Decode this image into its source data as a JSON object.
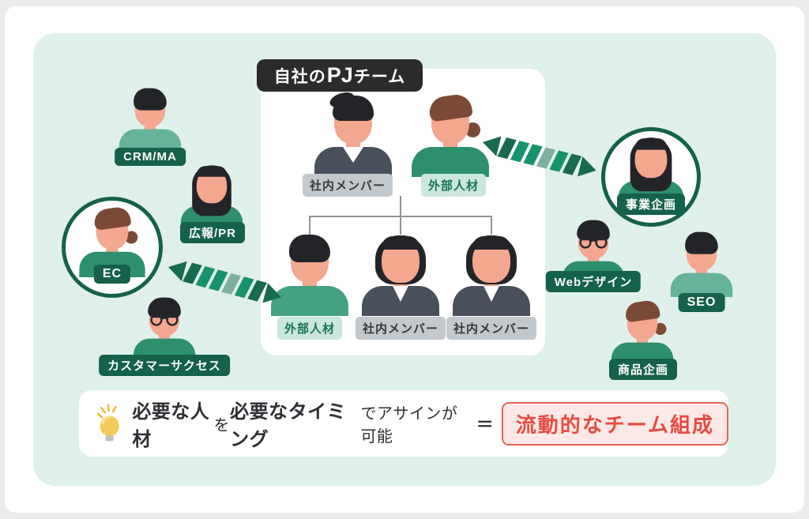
{
  "title": {
    "prefix": "自社の",
    "en": "PJ",
    "suffix": "チーム"
  },
  "team_card": {
    "top_members": [
      {
        "label": "社内メンバー",
        "type": "internal"
      },
      {
        "label": "外部人材",
        "type": "external"
      }
    ],
    "bottom_members": [
      {
        "label": "外部人材",
        "type": "external"
      },
      {
        "label": "社内メンバー",
        "type": "internal"
      },
      {
        "label": "社内メンバー",
        "type": "internal"
      }
    ]
  },
  "left_roles": [
    {
      "label": "CRM/MA",
      "circled": false
    },
    {
      "label": "広報/PR",
      "circled": false
    },
    {
      "label": "EC",
      "circled": true
    },
    {
      "label": "カスタマーサクセス",
      "circled": false
    }
  ],
  "right_roles": [
    {
      "label": "事業企画",
      "circled": true
    },
    {
      "label": "Webデザイン",
      "circled": false
    },
    {
      "label": "SEO",
      "circled": false
    },
    {
      "label": "商品企画",
      "circled": false
    }
  ],
  "note": {
    "segments": [
      {
        "text": "必要な人材",
        "emphasis": true
      },
      {
        "text": "を",
        "emphasis": false
      },
      {
        "text": "必要なタイミング",
        "emphasis": true
      },
      {
        "text": "でアサインが可能",
        "emphasis": false
      },
      {
        "text": "＝",
        "emphasis": false
      }
    ],
    "highlight": "流動的なチーム組成"
  },
  "colors": {
    "accent_green_dark": "#15614B",
    "arrow_green": "#17926C",
    "arrow_sage": "#7FAF9F",
    "mint_bg": "#DFF0EA",
    "badge_gray": "#C3C8CD",
    "badge_mint": "#C9E7DA",
    "title_bg": "#2B2B2B",
    "highlight_red": "#E84B42",
    "highlight_bg": "#FCE9E7",
    "suit": "#4A4F5C",
    "shirt_green": "#2E8F6D",
    "skin": "#F4A78F"
  }
}
